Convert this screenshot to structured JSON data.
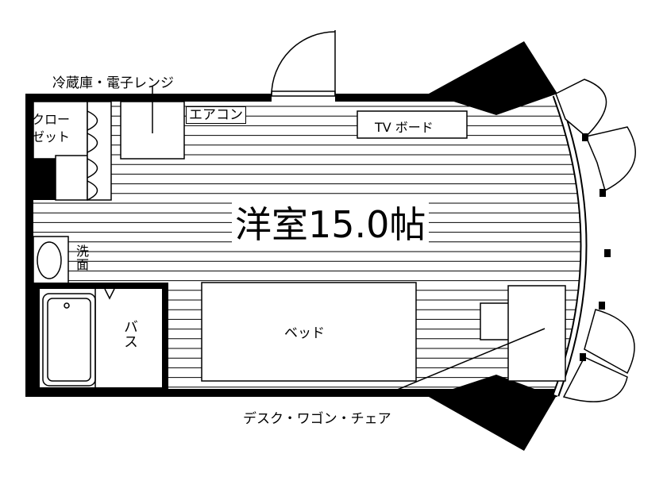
{
  "floor_plan": {
    "room_label": "洋室15.0帖",
    "fridge_microwave_label": "冷蔵庫・電子レンジ",
    "aircon_label": "エアコン",
    "closet_label": "クロー\nゼット",
    "tv_board_label": "TV ボード",
    "washbasin_label": "洗面",
    "bath_label": "バス",
    "bed_label": "ベッド",
    "desk_label": "デスク・ワゴン・チェア"
  },
  "colors": {
    "ink": "#000000",
    "paper": "#ffffff"
  }
}
